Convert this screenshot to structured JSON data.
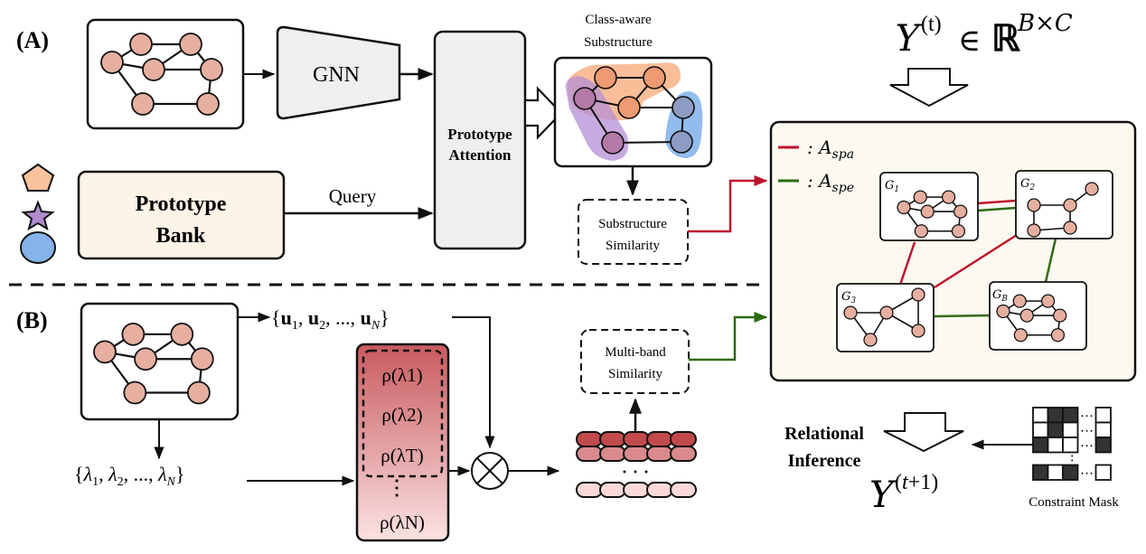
{
  "sections": {
    "a_label": "(A)",
    "b_label": "(B)"
  },
  "colors": {
    "node_fill": "#e6afa0",
    "node_stroke": "#111111",
    "orange_region": "#f8b386",
    "purple_region": "#b48fd6",
    "blue_region": "#7fb0ea",
    "orange_node": "#ee9a72",
    "purple_node": "#b37aa8",
    "blue_node": "#8e9bc2",
    "gnn_fill": "#efefef",
    "attention_fill": "#efefef",
    "bank_fill": "#fdf3e6",
    "panel_fill": "#fcf9f0",
    "spa_color": "#c0132a",
    "spe_color": "#2f6b12",
    "filter_top": "#c85a5e",
    "filter_bottom": "#fbe2e2",
    "band_dark": "#c24a4c",
    "band_mid": "#d98a8c",
    "band_light": "#fbd9d9",
    "mask_dark": "#333333"
  },
  "section_a": {
    "gnn_label": "GNN",
    "prototype_bank_line1": "Prototype",
    "prototype_bank_line2": "Bank",
    "query_label": "Query",
    "attention_line1": "Prototype",
    "attention_line2": "Attention",
    "substructure_title_line1": "Class-aware",
    "substructure_title_line2": "Substructure",
    "substructure_similarity_line1": "Substructure",
    "substructure_similarity_line2": "Similarity",
    "prototype_shapes": [
      "pentagon",
      "star",
      "ellipse"
    ]
  },
  "relation_panel": {
    "input_formula": "Y(t) ∈ ℝ^(B×C)",
    "legend": [
      {
        "name": "A_spa",
        "color_key": "spa_color"
      },
      {
        "name": "A_spe",
        "color_key": "spe_color"
      }
    ],
    "graphs": [
      "G1",
      "G2",
      "G3",
      "GB"
    ],
    "edges": [
      {
        "from": "G1",
        "to": "G2",
        "type": "spa"
      },
      {
        "from": "G1",
        "to": "G2",
        "type": "spe"
      },
      {
        "from": "G1",
        "to": "G3",
        "type": "spa"
      },
      {
        "from": "G2",
        "to": "G3",
        "type": "spa"
      },
      {
        "from": "G2",
        "to": "GB",
        "type": "spe"
      },
      {
        "from": "G3",
        "to": "GB",
        "type": "spe"
      }
    ]
  },
  "section_b": {
    "eigenvectors": "{u1, u2, ..., uN}",
    "eigenvalues": "{λ1, λ2, ..., λN}",
    "filters": [
      "ρ(λ1)",
      "ρ(λ2)",
      "ρ(λT)",
      "ρ(λN)"
    ],
    "multiband_line1": "Multi-band",
    "multiband_line2": "Similarity",
    "operator": "⊗"
  },
  "inference": {
    "label_line1": "Relational",
    "label_line2": "Inference",
    "output_formula": "Y(t+1)",
    "mask_label": "Constraint Mask",
    "mask_rows": [
      [
        0,
        1,
        1,
        0
      ],
      [
        0,
        1,
        0,
        0
      ],
      [
        1,
        0,
        0,
        1
      ],
      [
        1,
        0,
        1,
        0
      ]
    ]
  }
}
